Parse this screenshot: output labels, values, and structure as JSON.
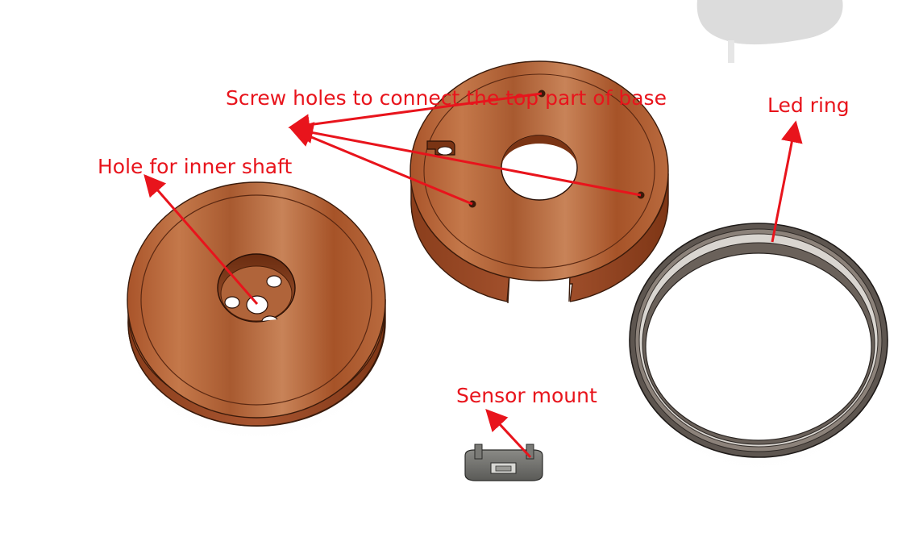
{
  "annotations": {
    "screw_holes": "Screw holes to connect the top part of base",
    "inner_shaft": "Hole for inner shaft",
    "led_ring": "Led ring",
    "sensor_mount": "Sensor mount"
  },
  "colors": {
    "annotation": "#e8141c",
    "wood_light": "#c8794a",
    "wood_dark": "#8a3e1c",
    "ring_gray": "#6b625c",
    "sensor_gray": "#6e6e6a",
    "background": "#ffffff"
  }
}
